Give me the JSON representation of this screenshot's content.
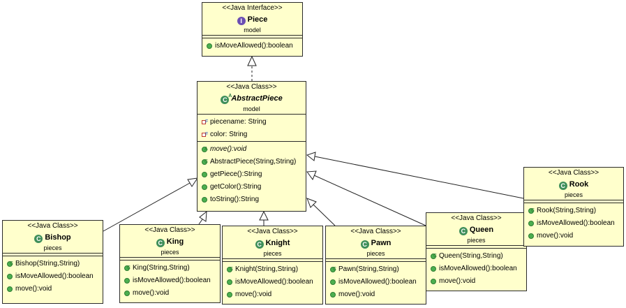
{
  "colors": {
    "box_fill": "#ffffcc",
    "border": "#2b2b2b",
    "class_icon": "#3f8f5a",
    "interface_icon": "#6c4fb3",
    "method_icon": "#4caf50",
    "field_icon": "#c0392b"
  },
  "piece": {
    "stereotype": "<<Java Interface>>",
    "name": "Piece",
    "package": "model",
    "icon_letter": "I",
    "methods": [
      {
        "text": "isMoveAllowed():boolean"
      }
    ]
  },
  "abstract_piece": {
    "stereotype": "<<Java Class>>",
    "name": "AbstractPiece",
    "package": "model",
    "icon_letter": "C",
    "icon_modifier": "A",
    "fields": [
      {
        "text": "piecename: String",
        "modifier": "F"
      },
      {
        "text": "color: String",
        "modifier": "F"
      }
    ],
    "methods": [
      {
        "text": "move():void",
        "modifier": "A"
      },
      {
        "text": "AbstractPiece(String,String)",
        "modifier": "C"
      },
      {
        "text": "getPiece():String"
      },
      {
        "text": "getColor():String"
      },
      {
        "text": "toString():String"
      }
    ]
  },
  "bishop": {
    "stereotype": "<<Java Class>>",
    "name": "Bishop",
    "package": "pieces",
    "icon_letter": "C",
    "methods": [
      {
        "text": "Bishop(String,String)",
        "modifier": "C"
      },
      {
        "text": "isMoveAllowed():boolean"
      },
      {
        "text": "move():void"
      }
    ]
  },
  "king": {
    "stereotype": "<<Java Class>>",
    "name": "King",
    "package": "pieces",
    "icon_letter": "C",
    "methods": [
      {
        "text": "King(String,String)",
        "modifier": "C"
      },
      {
        "text": "isMoveAllowed():boolean"
      },
      {
        "text": "move():void"
      }
    ]
  },
  "knight": {
    "stereotype": "<<Java Class>>",
    "name": "Knight",
    "package": "pieces",
    "icon_letter": "C",
    "methods": [
      {
        "text": "Knight(String,String)",
        "modifier": "C"
      },
      {
        "text": "isMoveAllowed():boolean"
      },
      {
        "text": "move():void"
      }
    ]
  },
  "pawn": {
    "stereotype": "<<Java Class>>",
    "name": "Pawn",
    "package": "pieces",
    "icon_letter": "C",
    "methods": [
      {
        "text": "Pawn(String,String)",
        "modifier": "C"
      },
      {
        "text": "isMoveAllowed():boolean"
      },
      {
        "text": "move():void"
      }
    ]
  },
  "queen": {
    "stereotype": "<<Java Class>>",
    "name": "Queen",
    "package": "pieces",
    "icon_letter": "C",
    "methods": [
      {
        "text": "Queen(String,String)",
        "modifier": "C"
      },
      {
        "text": "isMoveAllowed():boolean"
      },
      {
        "text": "move():void"
      }
    ]
  },
  "rook": {
    "stereotype": "<<Java Class>>",
    "name": "Rook",
    "package": "pieces",
    "icon_letter": "C",
    "methods": [
      {
        "text": "Rook(String,String)",
        "modifier": "C"
      },
      {
        "text": "isMoveAllowed():boolean"
      },
      {
        "text": "move():void"
      }
    ]
  }
}
